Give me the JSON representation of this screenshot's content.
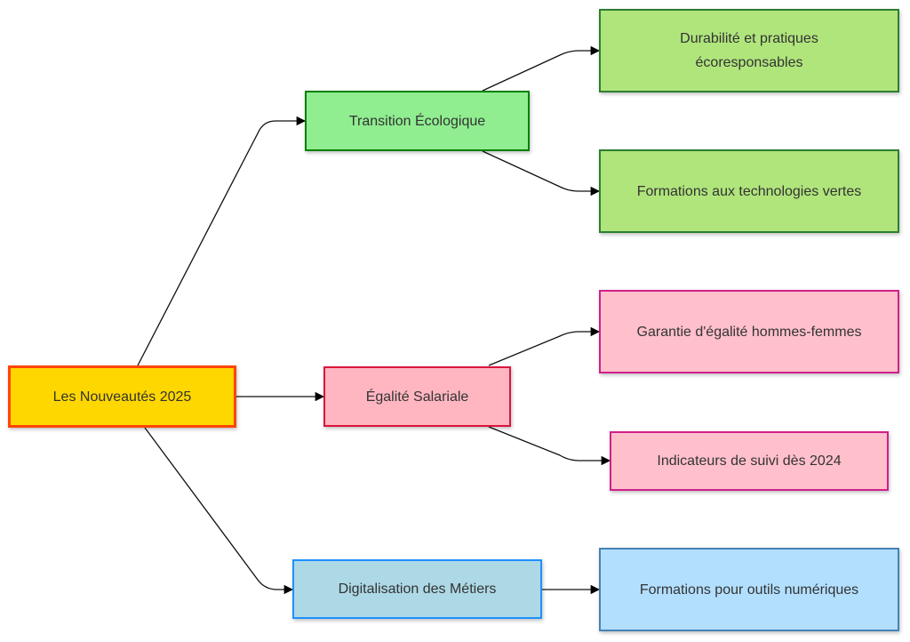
{
  "nodes": {
    "root": {
      "label": "Les Nouveautés 2025",
      "fill": "#FFD700",
      "stroke": "#FF4500"
    },
    "eco": {
      "label": "Transition Écologique",
      "fill": "#90EE90",
      "stroke": "#008000"
    },
    "eco1": {
      "label": "Durabilité et pratiques écoresponsables",
      "fill": "#B0E57C",
      "stroke": "#2E7D32"
    },
    "eco2": {
      "label": "Formations aux technologies vertes",
      "fill": "#B0E57C",
      "stroke": "#2E7D32"
    },
    "eg": {
      "label": "Égalité Salariale",
      "fill": "#FFB6C1",
      "stroke": "#DC143C"
    },
    "eg1": {
      "label": "Garantie d'égalité hommes-femmes",
      "fill": "#FFC0CB",
      "stroke": "#D0208A"
    },
    "eg2": {
      "label": "Indicateurs de suivi dès 2024",
      "fill": "#FFC0CB",
      "stroke": "#D0208A"
    },
    "dig": {
      "label": "Digitalisation des Métiers",
      "fill": "#ADD8E6",
      "stroke": "#1E90FF"
    },
    "dig1": {
      "label": "Formations pour outils numériques",
      "fill": "#B3DFFF",
      "stroke": "#4682B4"
    }
  }
}
